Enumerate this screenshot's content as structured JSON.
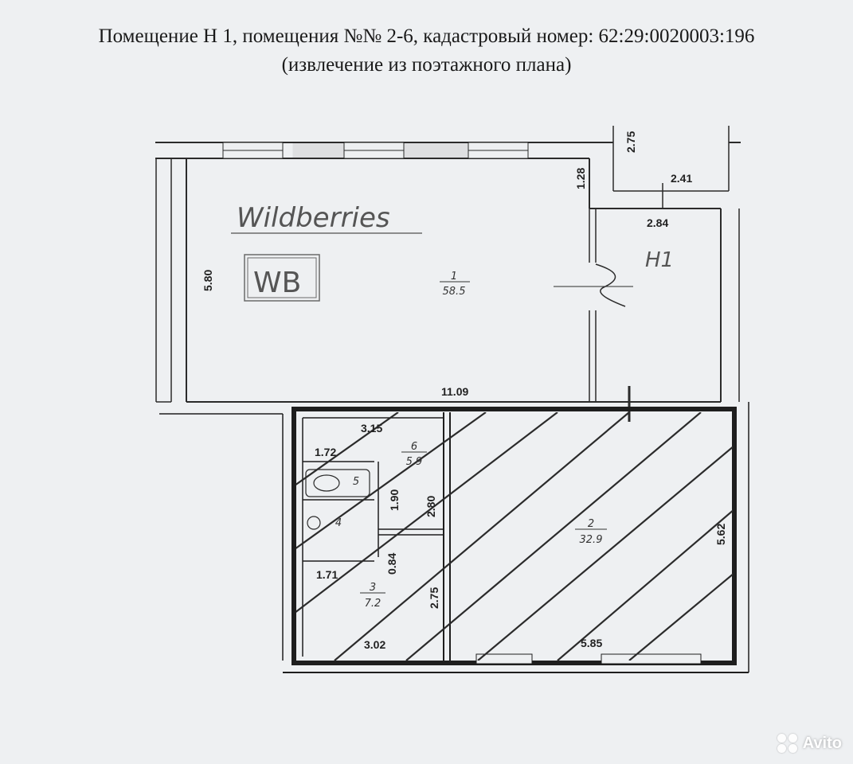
{
  "header": {
    "title_line1": "Помещение Н 1, помещения №№ 2-6, кадастровый номер: 62:29:0020003:196",
    "title_line2": "(извлечение из поэтажного плана)"
  },
  "plan": {
    "handwriting": {
      "brand": "Wildberries",
      "logo": "WB",
      "room_label": "H1"
    },
    "rooms": [
      {
        "number": "1",
        "area": "58.5"
      },
      {
        "number": "2",
        "area": "32.9"
      },
      {
        "number": "3",
        "area": "7.2"
      },
      {
        "number": "4",
        "area": ""
      },
      {
        "number": "5",
        "area": ""
      },
      {
        "number": "6",
        "area": "5.9"
      }
    ],
    "dimensions": {
      "d275_top": "2.75",
      "d128": "1.28",
      "d241": "2.41",
      "d284": "2.84",
      "d580": "5.80",
      "d1109": "11.09",
      "d315": "3.15",
      "d172": "1.72",
      "d190": "1.90",
      "d280": "2.80",
      "d084": "0.84",
      "d171": "1.71",
      "d275_low": "2.75",
      "d302": "3.02",
      "d585": "5.85",
      "d562": "5.62"
    }
  },
  "watermark": {
    "text": "Avito"
  },
  "colors": {
    "background": "#eef0f2",
    "line": "#2b2b2b",
    "handwriting": "#6a6a6a"
  }
}
